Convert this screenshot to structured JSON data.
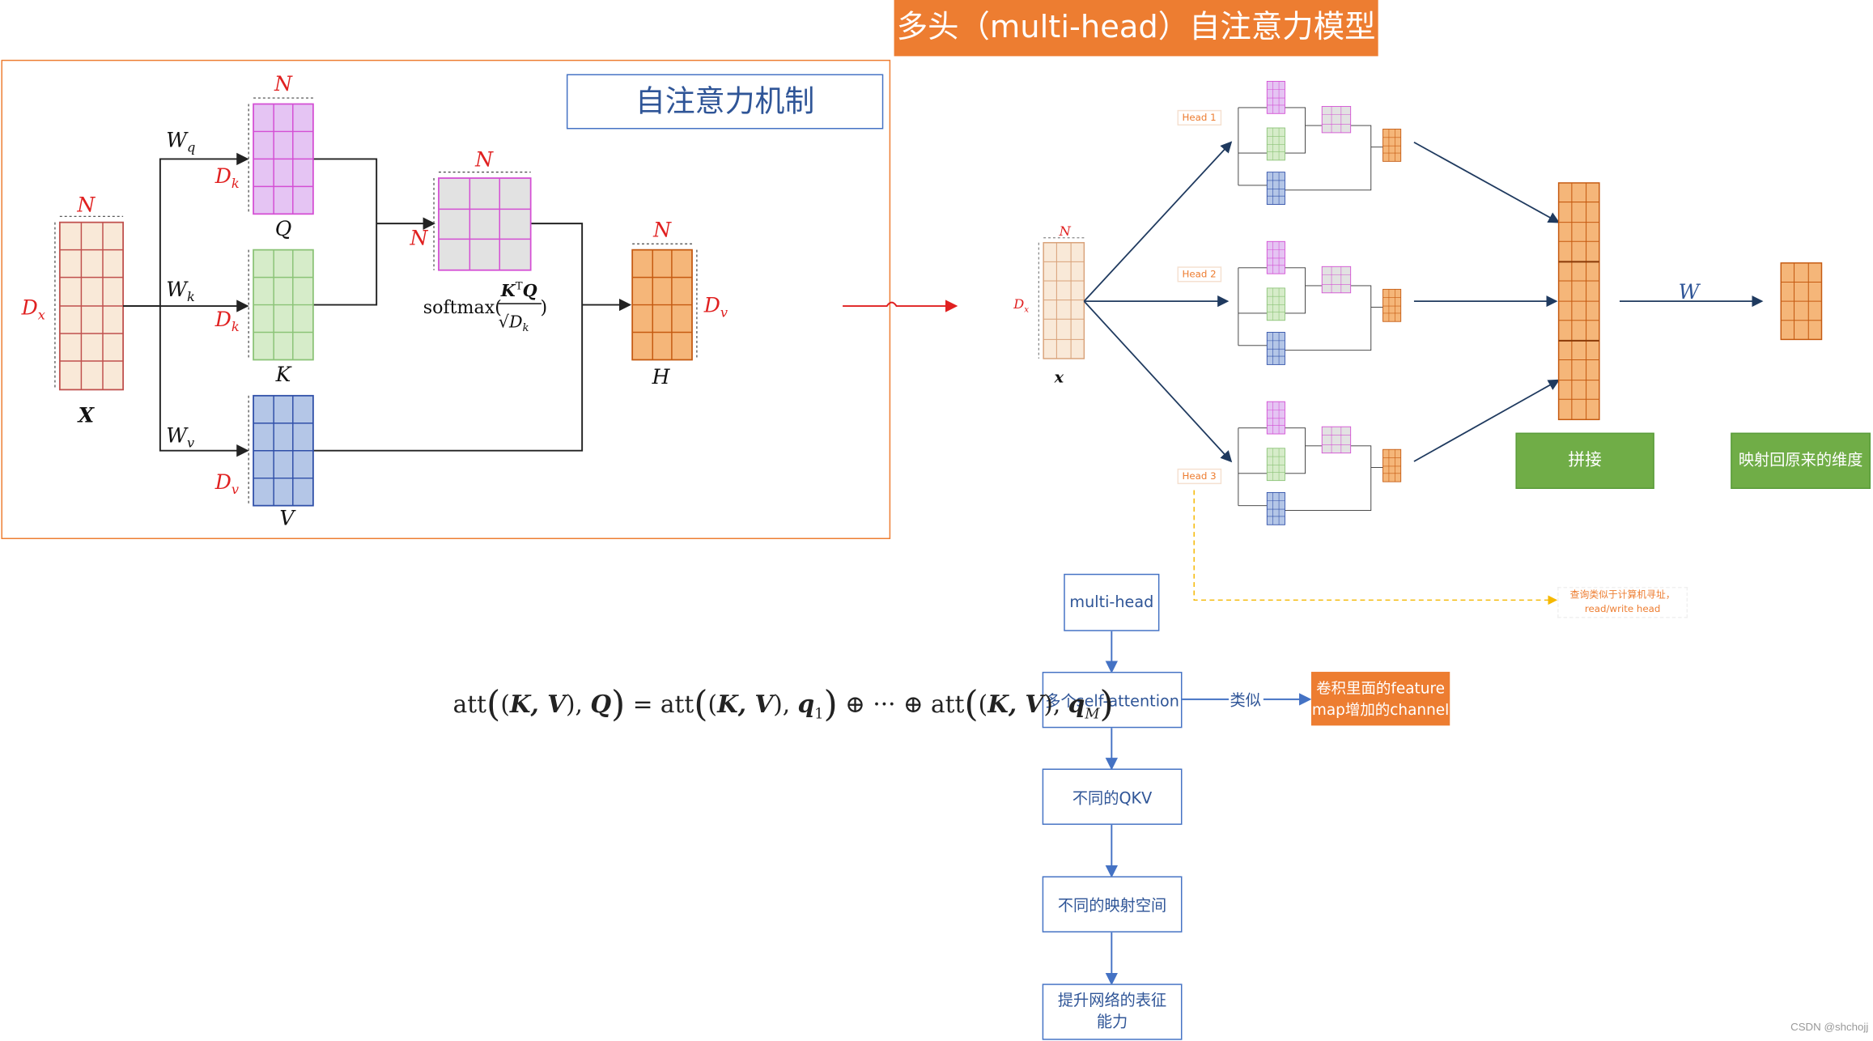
{
  "title": "多头（multi-head）自注意力模型",
  "self_attention_box": "自注意力机制",
  "left_diagram": {
    "x_label": "X",
    "dim_n": "N",
    "dim_dx": "D",
    "dim_dx_sub": "x",
    "dim_dk": "D",
    "dim_dk_sub": "k",
    "dim_dv": "D",
    "dim_dv_sub": "v",
    "wq": "W",
    "wq_sub": "q",
    "wk": "W",
    "wk_sub": "k",
    "wv": "W",
    "wv_sub": "v",
    "q_label": "Q",
    "k_label": "K",
    "v_label": "V",
    "h_label": "H",
    "softmax_prefix": "softmax(",
    "softmax_num": "K",
    "softmax_num_sup": "T",
    "softmax_num_q": "Q",
    "softmax_den": "√D",
    "softmax_den_sub": "k",
    "softmax_suffix": ")"
  },
  "right_diagram": {
    "heads": [
      "Head 1",
      "Head 2",
      "Head 3"
    ],
    "x_label": "x",
    "dim_n": "N",
    "dim_dx": "D",
    "dim_dx_sub": "x",
    "w_label": "W",
    "concat_label": "拼接",
    "project_label": "映射回原来的维度"
  },
  "note": {
    "line1": "查询类似于计算机寻址，",
    "line2": "read/write  head"
  },
  "flow": {
    "multi_head": "multi-head",
    "multi_self_attention": "多个self-attention",
    "similar_label": "类似",
    "conv_channel": "卷积里面的feature map增加的channel",
    "different_qkv": "不同的QKV",
    "different_space": "不同的映射空间",
    "improve": "提升网络的表征能力"
  },
  "formula": {
    "lhs": "att",
    "kv": "K, V",
    "q": "Q",
    "eq": " = att",
    "q1": "q",
    "q1_sub": "1",
    "dots": " ⊕ ··· ⊕ att",
    "qm": "q",
    "qm_sub": "M"
  },
  "watermark": "CSDN @shchojj",
  "colors": {
    "orange": "#ed7d31",
    "blue": "#4472c4",
    "green": "#70ad47",
    "red": "#e02020",
    "q_fill": "#e5c4f3",
    "k_fill": "#d6ecc9",
    "v_fill": "#b4c6e7",
    "h_fill": "#f5b679",
    "x_fill": "#f9e9d8",
    "attn_fill": "#e2e2e2"
  }
}
